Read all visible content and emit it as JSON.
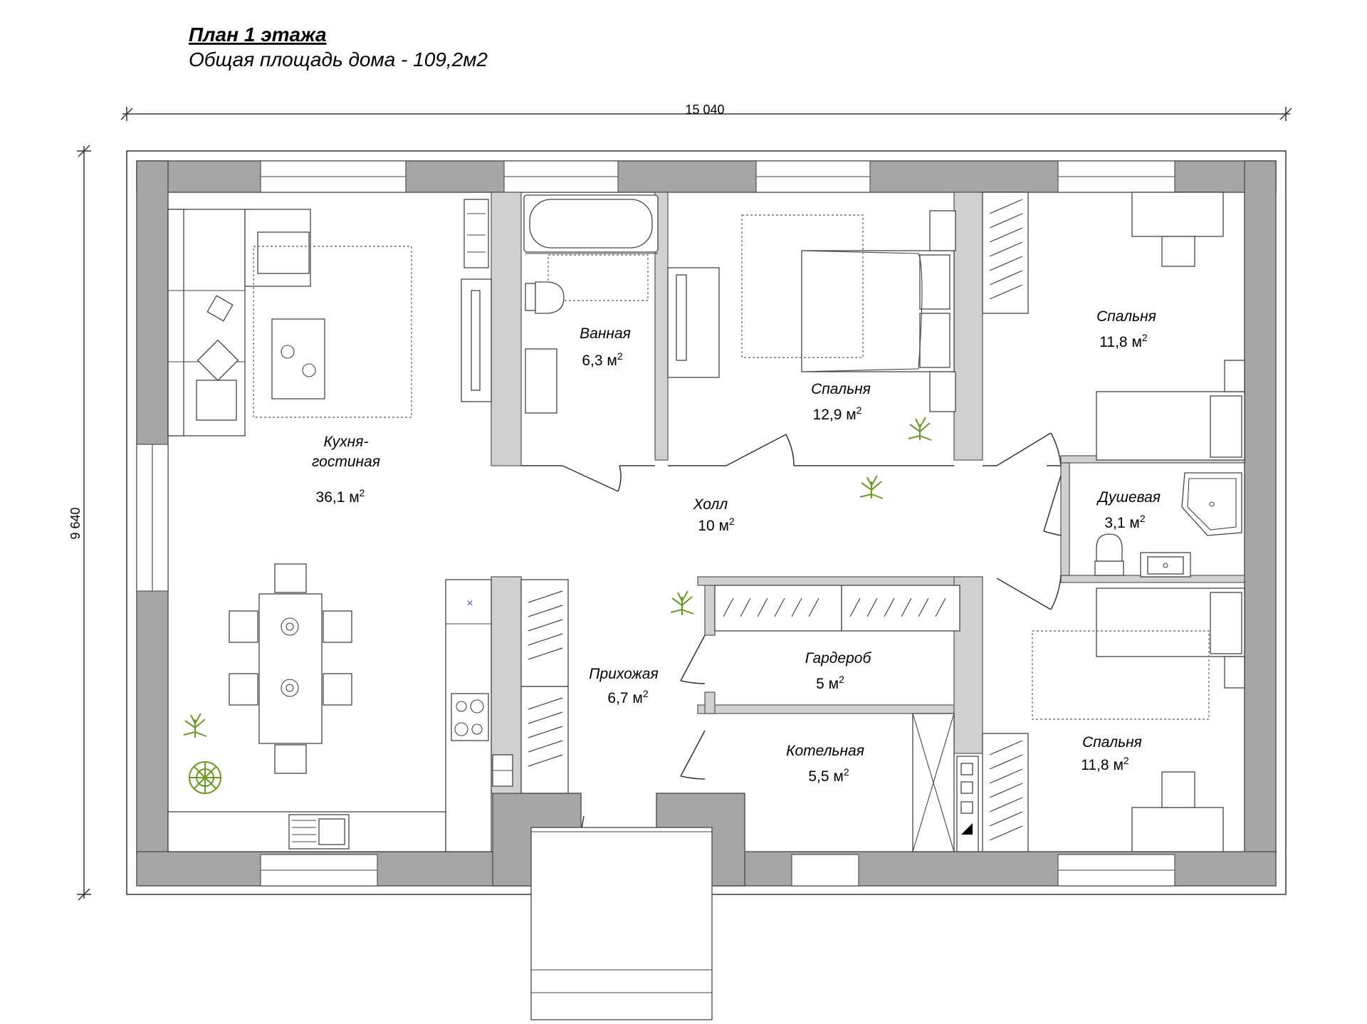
{
  "header": {
    "title": "План 1 этажа",
    "subtitle": "Общая площадь дома - 109,2м2"
  },
  "dimensions": {
    "width": "15 040",
    "height": "9 640"
  },
  "rooms": {
    "kitchen_living": {
      "name_line1": "Кухня-",
      "name_line2": "гостиная",
      "area": "36,1 м",
      "sup": "2"
    },
    "bathroom": {
      "name": "Ванная",
      "area": "6,3 м",
      "sup": "2"
    },
    "bedroom_center": {
      "name": "Спальня",
      "area": "12,9 м",
      "sup": "2"
    },
    "bedroom_ne": {
      "name": "Спальня",
      "area": "11,8 м",
      "sup": "2"
    },
    "hall": {
      "name": "Холл",
      "area": "10 м",
      "sup": "2"
    },
    "shower": {
      "name": "Душевая",
      "area": "3,1 м",
      "sup": "2"
    },
    "entrance": {
      "name": "Прихожая",
      "area": "6,7 м",
      "sup": "2"
    },
    "wardrobe": {
      "name": "Гардероб",
      "area": "5 м",
      "sup": "2"
    },
    "boiler": {
      "name": "Котельная",
      "area": "5,5 м",
      "sup": "2"
    },
    "bedroom_se": {
      "name": "Спальня",
      "area": "11,8 м",
      "sup": "2"
    }
  },
  "colors": {
    "wall": "#a6a6a6",
    "plant": "#6a9a22",
    "accent_cross": "#4a55c8"
  }
}
